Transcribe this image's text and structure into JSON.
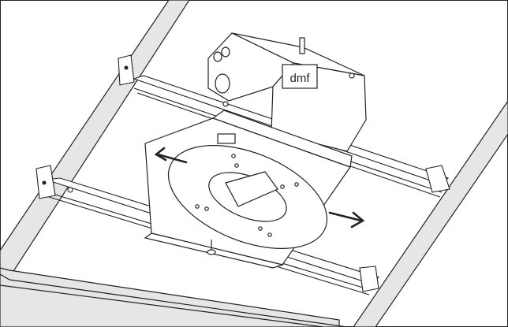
{
  "figure": {
    "box_label": "dmf",
    "arrow_left_direction": "left",
    "arrow_right_direction": "right"
  },
  "colors": {
    "line": "#222222",
    "grid_fill": "#e6e6e6",
    "panel_fill": "#ffffff",
    "background": "#ffffff"
  }
}
